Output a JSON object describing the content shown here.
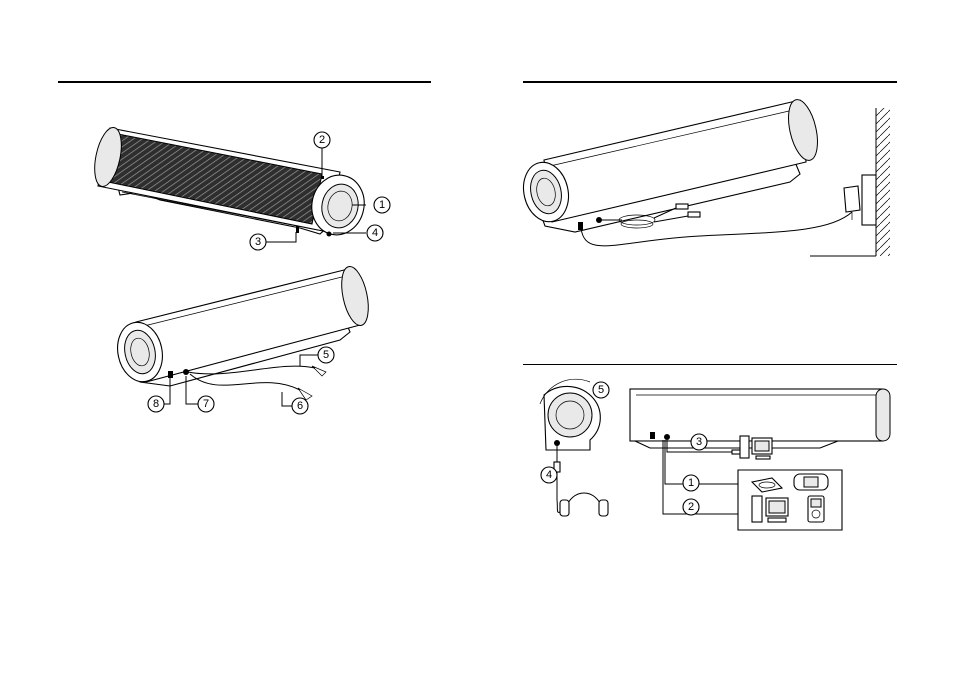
{
  "figure": {
    "callouts_top_left": [
      "1",
      "2",
      "3",
      "4"
    ],
    "callouts_bottom_left": [
      "5",
      "6",
      "7",
      "8"
    ],
    "callouts_bottom_right": [
      "1",
      "2",
      "3",
      "4",
      "5"
    ]
  },
  "colors": {
    "line": "#000000",
    "background": "#ffffff",
    "grille": "#3a3a3a"
  }
}
